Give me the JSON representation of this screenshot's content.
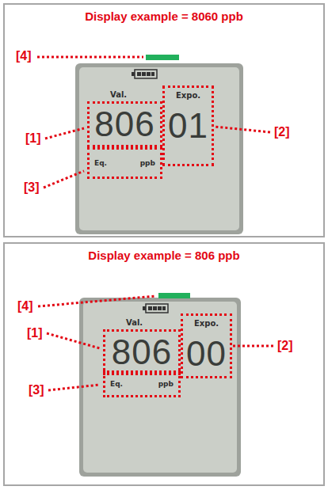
{
  "diagram": {
    "nodes": [
      {
        "text": [
          "Display example = 8060 ppb"
        ]
      },
      {
        "text": [
          "Val.",
          "806"
        ],
        "in": 0
      },
      {
        "text": [
          "Expo.",
          "01"
        ],
        "in": 0
      },
      {
        "text": [
          "Eq.",
          "ppb"
        ],
        "in": 0
      },
      {
        "text": [
          "Display example = 806 ppb"
        ]
      },
      {
        "text": [
          "Val.",
          "806"
        ],
        "in": 4
      },
      {
        "text": [
          "Expo.",
          "00"
        ],
        "in": 4
      },
      {
        "text": [
          "Eq.",
          "ppb"
        ],
        "in": 4
      }
    ],
    "labels": [
      "[4]",
      "[1]",
      "[3]",
      "[2]",
      "[4]",
      "[1]",
      "[3]",
      "[2]"
    ]
  }
}
